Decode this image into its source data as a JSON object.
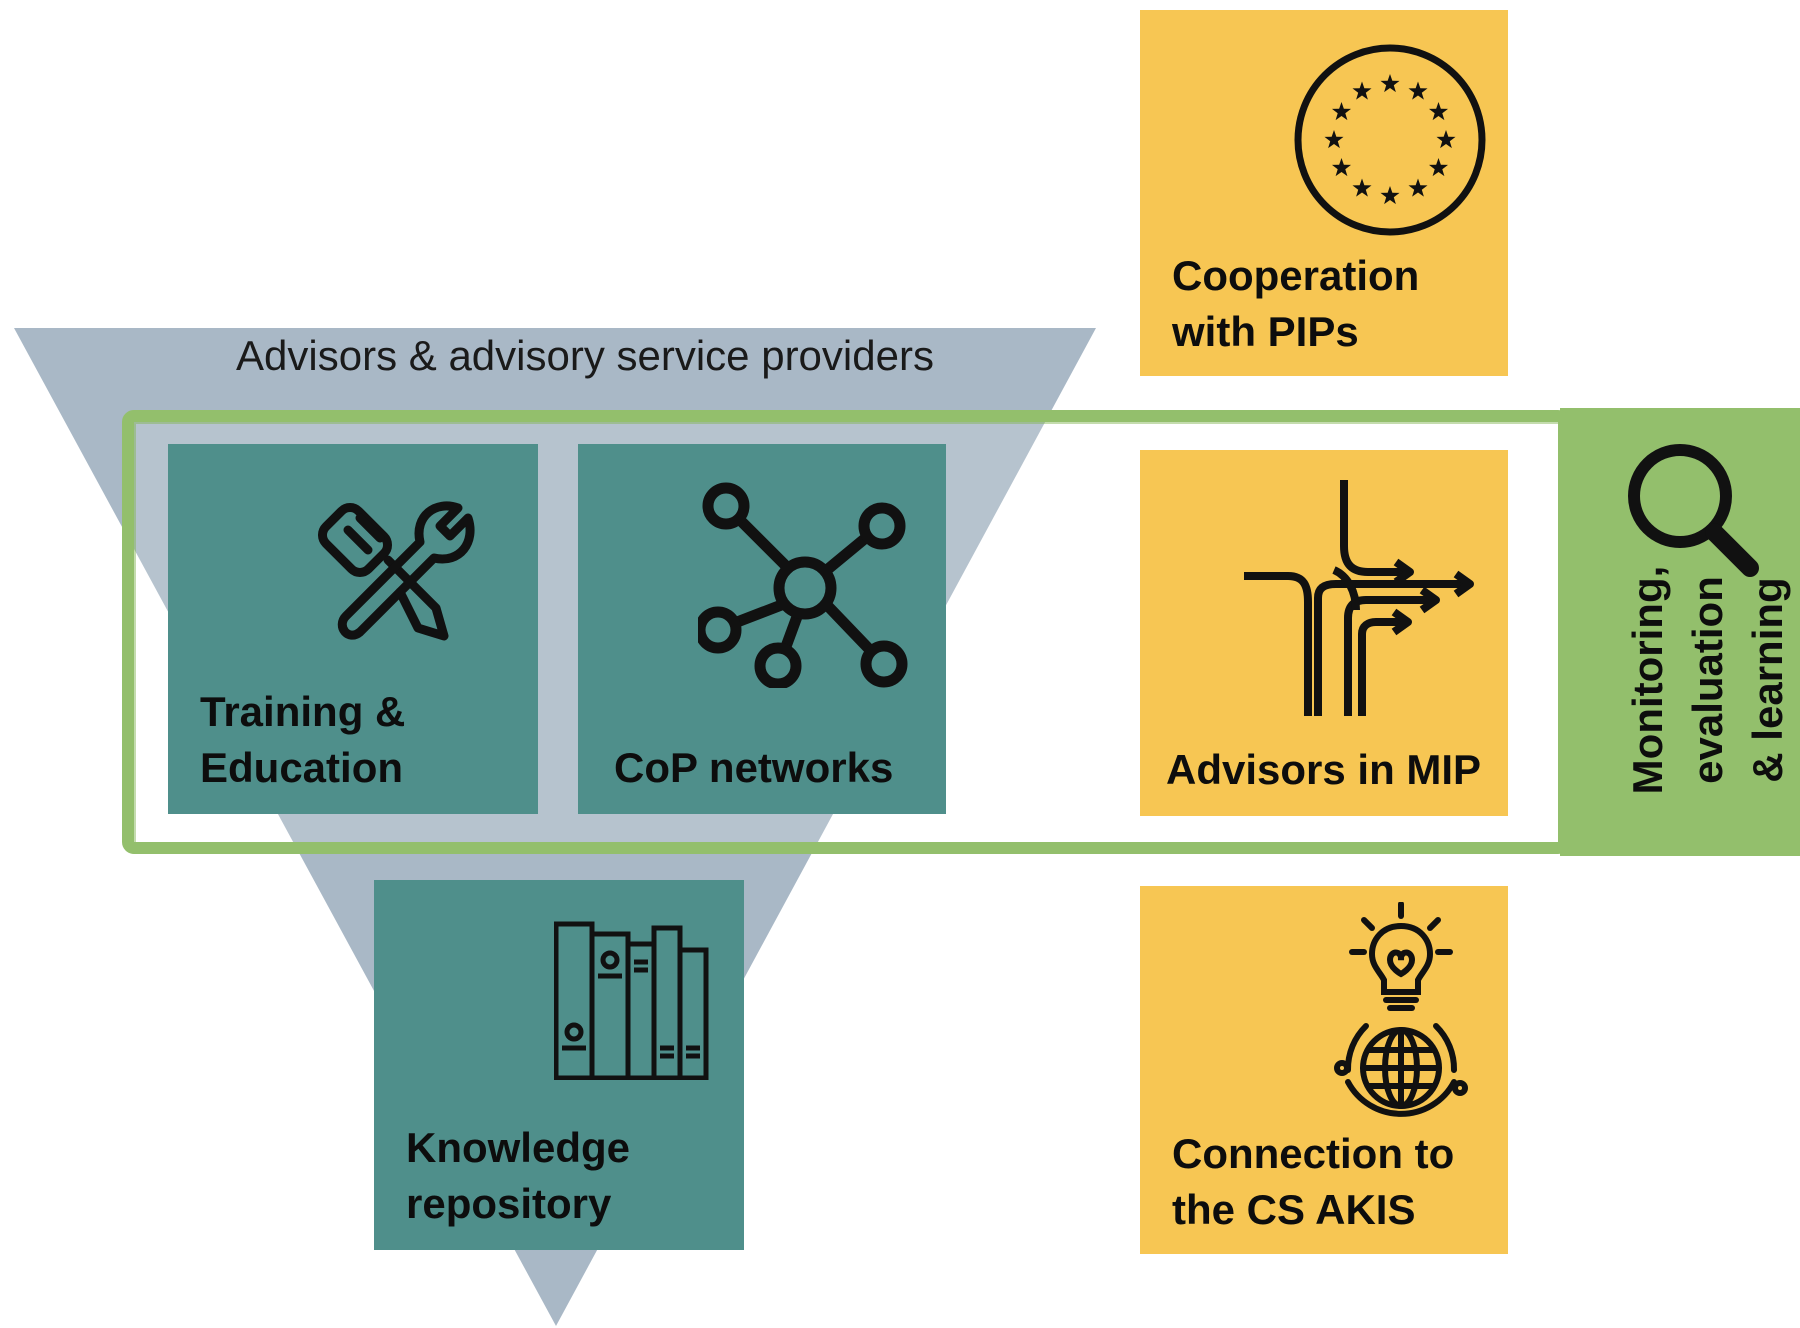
{
  "funnel": {
    "title": "Advisors & advisory service providers"
  },
  "boxes": {
    "training": {
      "line1": "Training &",
      "line2": "Education",
      "icon": "tools-icon"
    },
    "cop": {
      "label": "CoP networks",
      "icon": "network-icon"
    },
    "knowledge": {
      "line1": "Knowledge",
      "line2": "repository",
      "icon": "binders-icon"
    },
    "pips": {
      "line1": "Cooperation",
      "line2": "with PIPs",
      "icon": "eu-stars-icon"
    },
    "mip": {
      "label": "Advisors in MIP",
      "icon": "merging-arrows-icon"
    },
    "akis": {
      "line1": "Connection to",
      "line2": "the CS AKIS",
      "icon": "lightbulb-globe-icon"
    }
  },
  "monitoring": {
    "line1": "Monitoring,",
    "line2": "evaluation",
    "line3": "& learning",
    "icon": "magnifier-icon"
  },
  "colors": {
    "funnel": "#a9b8c6",
    "teal": "#4f8f8b",
    "yellow": "#f7c653",
    "green": "#93bf6c"
  }
}
